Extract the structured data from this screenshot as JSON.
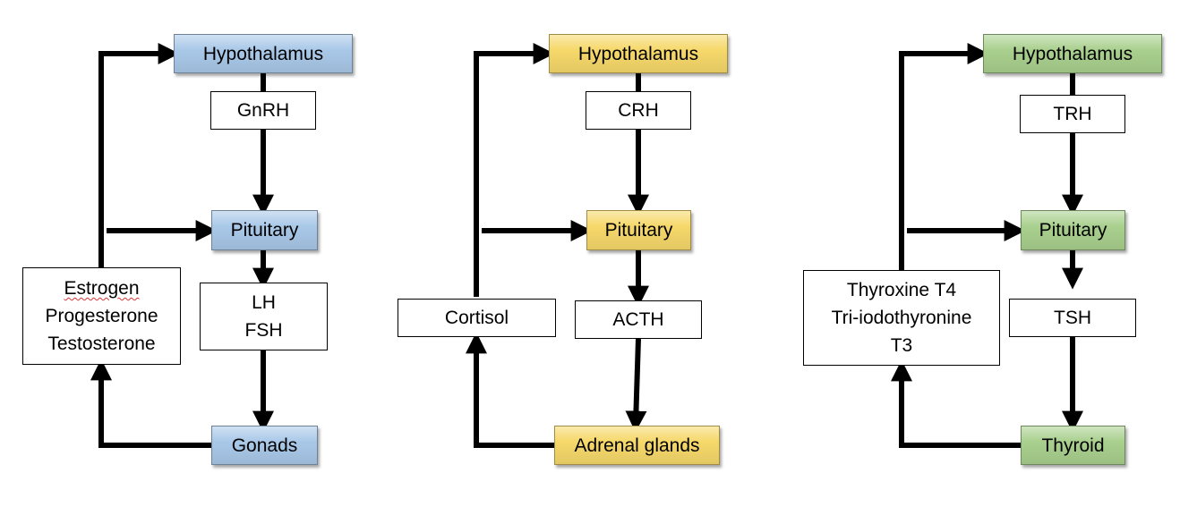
{
  "colors": {
    "blue": "#a9c8e8",
    "yellow": "#f6d86a",
    "green": "#a9d08e",
    "arrow": "#000000"
  },
  "axes": [
    {
      "theme": "blue",
      "top": "Hypothalamus",
      "releasing_hormone": "GnRH",
      "pituitary": "Pituitary",
      "tropic_hormone": [
        "LH",
        "FSH"
      ],
      "target": "Gonads",
      "feedback_hormones": [
        "Estrogen",
        "Progesterone",
        "Testosterone"
      ]
    },
    {
      "theme": "yellow",
      "top": "Hypothalamus",
      "releasing_hormone": "CRH",
      "pituitary": "Pituitary",
      "tropic_hormone": [
        "ACTH"
      ],
      "target": "Adrenal glands",
      "feedback_hormones": [
        "Cortisol"
      ]
    },
    {
      "theme": "green",
      "top": "Hypothalamus",
      "releasing_hormone": "TRH",
      "pituitary": "Pituitary",
      "tropic_hormone": [
        "TSH"
      ],
      "target": "Thyroid",
      "feedback_hormones": [
        "Thyroxine T4",
        "Tri-iodothyronine",
        "T3"
      ]
    }
  ]
}
